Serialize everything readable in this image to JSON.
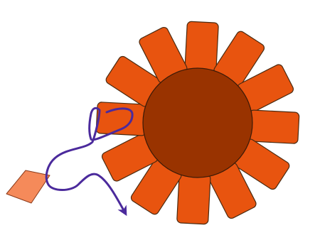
{
  "colors": {
    "petal_fill": "#e8540f",
    "petal_stroke": "#4a2a10",
    "center_fill": "#993300",
    "center_stroke": "#3a1a08",
    "blob_fill": "#f58a5a",
    "blob_stroke": "#8a3a1a",
    "path_stroke": "#4b2a9c",
    "background": "#ffffff"
  },
  "shapes": {
    "center": "circle",
    "petals": "rounded-rectangle",
    "petal_count": 12,
    "pointer": "diamond",
    "path": "curved-arrow"
  }
}
